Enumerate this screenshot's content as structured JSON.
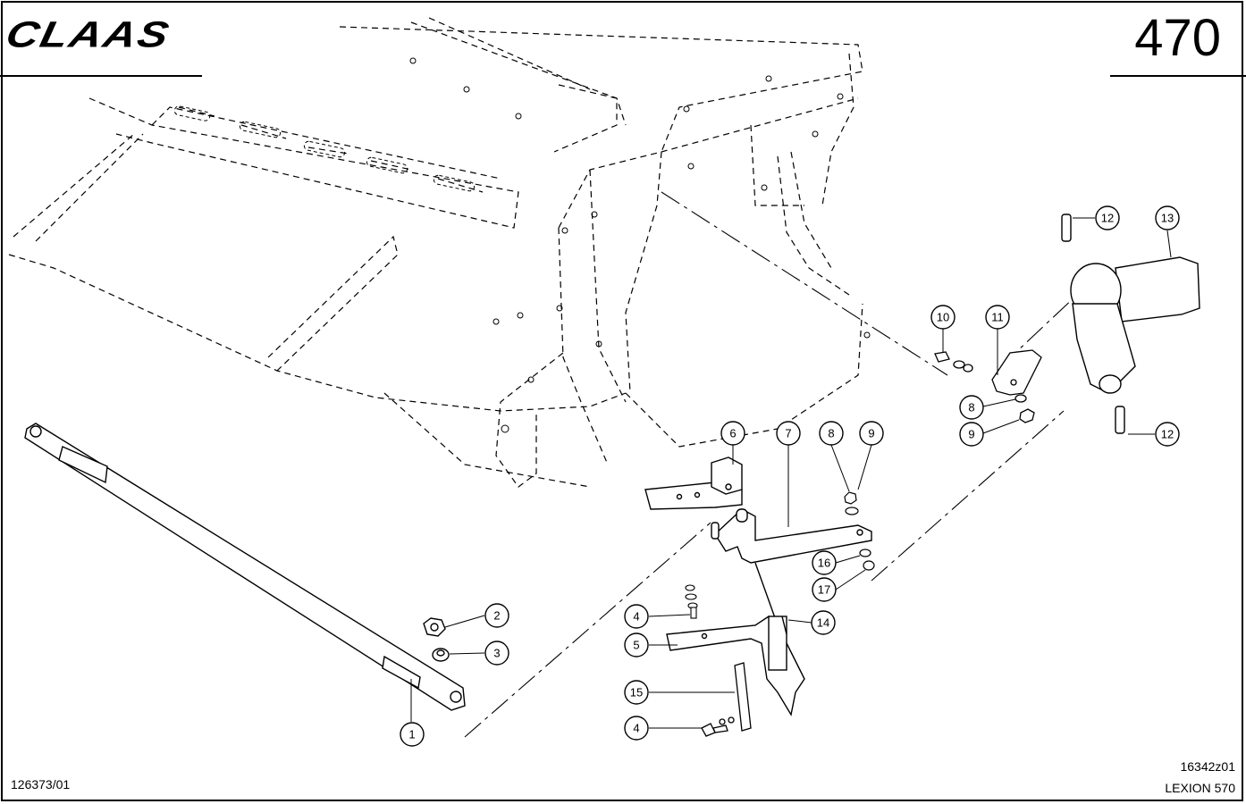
{
  "header": {
    "brand": "CLAAS",
    "page_number": "470"
  },
  "footer": {
    "document_code": "126373/01",
    "drawing_code": "16342z01",
    "model": "LEXION 570"
  },
  "callouts": [
    "1",
    "2",
    "3",
    "4",
    "5",
    "6",
    "7",
    "8",
    "9",
    "10",
    "11",
    "12",
    "13",
    "14",
    "15",
    "16",
    "17"
  ]
}
